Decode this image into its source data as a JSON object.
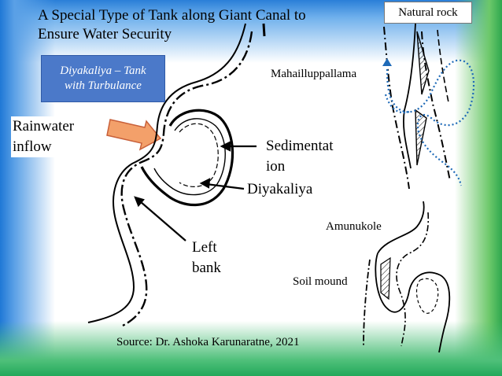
{
  "title": {
    "line1": "A Special Type of Tank along Giant Canal to",
    "line2": "Ensure Water Security"
  },
  "badge": {
    "line1": "Diyakaliya – Tank",
    "line2": "with Turbulance"
  },
  "labels": {
    "natural_rock": "Natural rock",
    "rainwater_line1": "Rainwater",
    "rainwater_line2": "inflow",
    "mahailluppallama": "Mahailluppallama",
    "sedimentation_line1": "Sedimentat",
    "sedimentation_line2": "ion",
    "diyakaliya": "Diyakaliya",
    "amunukole": "Amunukole",
    "left_bank_line1": "Left",
    "left_bank_line2": "bank",
    "soil_mound": "Soil mound"
  },
  "source": "Source:  Dr. Ashoka Karunaratne, 2021",
  "colors": {
    "badge_fill": "#4b79c9",
    "arrow_fill": "#f3a06a",
    "water_dots": "#1e6ab8",
    "frame_blue": "#1f78d6",
    "frame_green": "#22a85a"
  }
}
